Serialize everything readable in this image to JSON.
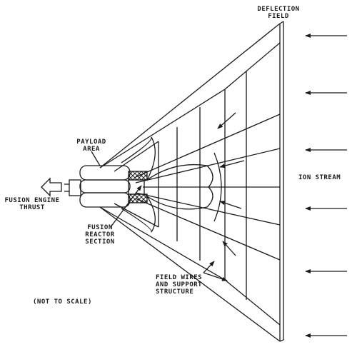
{
  "labels": {
    "deflection_field": [
      "DEFLECTION",
      "FIELD"
    ],
    "payload_area": [
      "PAYLOAD",
      "AREA"
    ],
    "fusion_engine_thrust": [
      "FUSION ENGINE",
      "THRUST"
    ],
    "fusion_reactor_section": [
      "FUSION",
      "REACTOR",
      "SECTION"
    ],
    "ion_stream": "ION STREAM",
    "field_wires": [
      "FIELD WIRES",
      "AND SUPPORT",
      "STRUCTURE"
    ],
    "scale_note": "(NOT TO SCALE)"
  },
  "colors": {
    "ink": "#1a1a1a",
    "paper": "#ffffff"
  }
}
